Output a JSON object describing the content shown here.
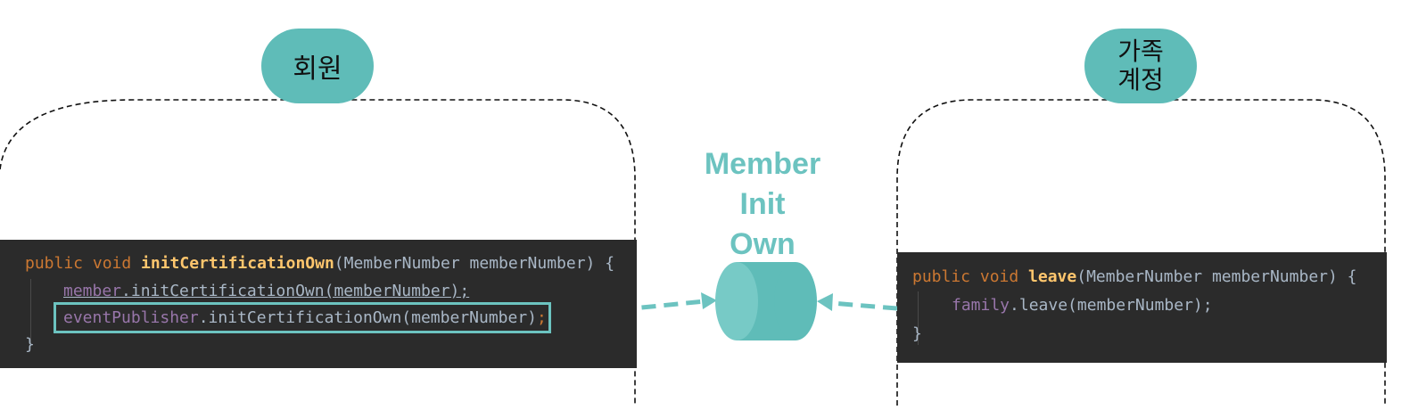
{
  "contexts": {
    "left": {
      "title": "회원"
    },
    "right": {
      "title_line1": "가족",
      "title_line2": "계정"
    }
  },
  "event": {
    "line1": "Member",
    "line2": "Init",
    "line3": "Own"
  },
  "left_code": {
    "l1": {
      "kw": "public void ",
      "fn": "initCertificationOwn",
      "rest": "(MemberNumber memberNumber) {"
    },
    "l2": {
      "field": "member",
      "rest": ".initCertificationOwn(memberNumber);"
    },
    "l3": {
      "field": "eventPublisher",
      "rest": ".initCertificationOwn(memberNumber)",
      "semi": ";"
    },
    "l4": {
      "brace": "}"
    }
  },
  "right_code": {
    "l1": {
      "kw": "public void ",
      "fn": "leave",
      "rest": "(MemberNumber memberNumber) {"
    },
    "l2": {
      "field": "family",
      "rest": ".leave(memberNumber);"
    },
    "l3": {
      "brace": "}"
    }
  },
  "colors": {
    "accent": "#5fbcb8",
    "accent_text": "#6cc3c0",
    "code_bg": "#2b2b2b",
    "keyword": "#cc7832",
    "method": "#ffc66d",
    "field": "#9876aa"
  }
}
